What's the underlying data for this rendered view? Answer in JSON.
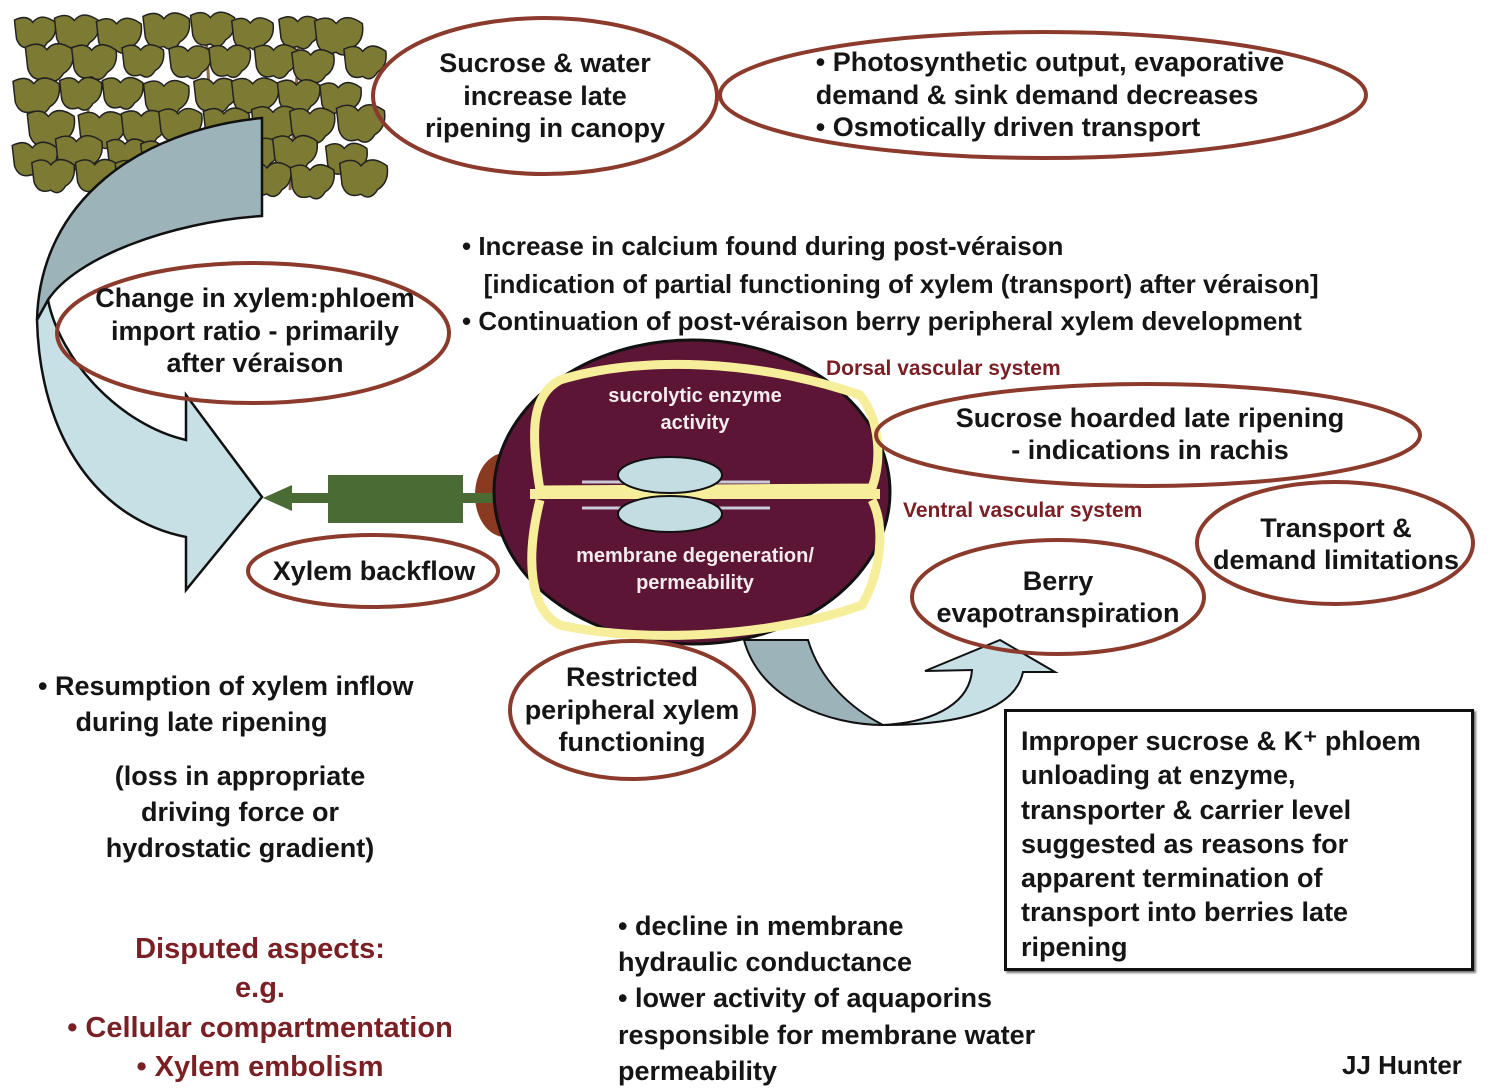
{
  "colors": {
    "ellipse_stroke": "#8b3a2b",
    "berry_fill": "#5c1535",
    "berry_vein": "#f6ee9a",
    "seed_fill": "#c3dde3",
    "leaf_fill": "#7d7a33",
    "arrow_dark": "#9bb3b9",
    "arrow_light": "#c6e0e6",
    "pedicel_green": "#4b6b35",
    "pedicel_brown": "#8b3a22",
    "maroon_text": "#7a1f24"
  },
  "ellipses": {
    "canopy": "Sucrose & water\nincrease late\nripening in canopy",
    "photosynthetic": "• Photosynthetic output, evaporative\ndemand & sink demand decreases\n• Osmotically driven transport",
    "xylem_ratio": "Change in xylem:phloem\nimport ratio - primarily\nafter véraison",
    "sucrose_hoarded": "Sucrose hoarded late ripening\n- indications in rachis",
    "xylem_backflow": "Xylem backflow",
    "transport_limits": "Transport &\ndemand limitations",
    "berry_evap": "Berry\nevapotranspiration",
    "restricted": "Restricted\nperipheral xylem\nfunctioning"
  },
  "notes": {
    "calcium": "• Increase in calcium found during post-véraison\n   [indication of partial functioning of xylem (transport) after véraison]\n• Continuation of post-véraison berry peripheral xylem development",
    "dorsal": "Dorsal vascular system",
    "ventral": "Ventral vascular system",
    "resumption": "• Resumption of xylem inflow\n     during late ripening",
    "loss": "(loss in appropriate\ndriving force or\nhydrostatic gradient)",
    "disputed": "Disputed aspects:\ne.g.\n• Cellular compartmentation\n• Xylem embolism",
    "membrane": "• decline in membrane\nhydraulic conductance\n• lower activity of aquaporins\nresponsible for membrane water\npermeability",
    "author": "JJ Hunter"
  },
  "berry": {
    "top_label": "sucrolytic enzyme\nactivity",
    "bottom_label": "membrane degeneration/\npermeability"
  },
  "box": {
    "text": "Improper sucrose & K⁺ phloem\nunloading at enzyme,\ntransporter & carrier level\nsuggested as reasons for\napparent termination of\ntransport into berries late\nripening"
  },
  "icons": {
    "canopy": "grapevine-canopy-icon",
    "berry": "grape-berry-cross-section",
    "seeds": "seed-icon"
  }
}
